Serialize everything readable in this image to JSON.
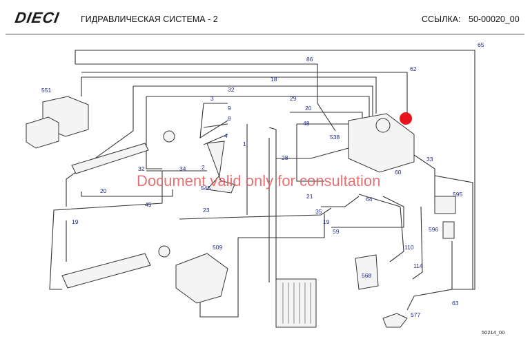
{
  "header": {
    "logo": "DIECI",
    "title": "ГИДРАВЛИЧЕСКАЯ СИСТЕМА - 2",
    "ref_label": "ССЫЛКА:",
    "ref_value": "50-00020_00"
  },
  "watermark": "Document valid only for consultation",
  "footer_code": "50214_00",
  "colors": {
    "line": "#333333",
    "label": "#1f2a8a",
    "marker": "#e8121d",
    "watermark": "#e05a5a"
  },
  "callouts": [
    "65",
    "86",
    "62",
    "18",
    "551",
    "32",
    "29",
    "3",
    "9",
    "8",
    "20",
    "48",
    "538",
    "4",
    "1",
    "28",
    "33",
    "60",
    "32",
    "34",
    "2",
    "545",
    "595",
    "21",
    "20",
    "45",
    "35",
    "64",
    "19",
    "23",
    "19",
    "59",
    "596",
    "509",
    "110",
    "568",
    "114",
    "63",
    "577"
  ]
}
